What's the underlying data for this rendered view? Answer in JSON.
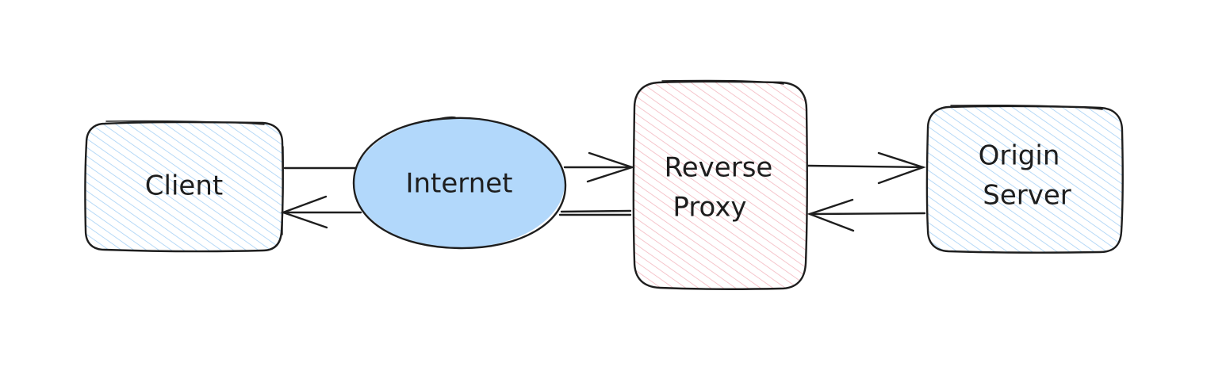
{
  "diagram": {
    "nodes": {
      "client": {
        "label": "Client"
      },
      "internet": {
        "label": "Internet"
      },
      "reverse_proxy": {
        "label_line1": "Reverse",
        "label_line2": "Proxy"
      },
      "origin_server": {
        "label_line1": "Origin",
        "label_line2": "Server"
      }
    },
    "edges": [
      {
        "from": "Client",
        "to": "Internet"
      },
      {
        "from": "Internet",
        "to": "Reverse Proxy"
      },
      {
        "from": "Reverse Proxy",
        "to": "Origin Server"
      },
      {
        "from": "Origin Server",
        "to": "Reverse Proxy"
      },
      {
        "from": "Reverse Proxy",
        "to": "Internet"
      },
      {
        "from": "Internet",
        "to": "Client"
      }
    ]
  },
  "colors": {
    "stroke": "#1e1e1e",
    "blue_hatch": "#a5d0f5",
    "blue_fill": "#b2d8fb",
    "pink_hatch": "#f3b7bf"
  }
}
